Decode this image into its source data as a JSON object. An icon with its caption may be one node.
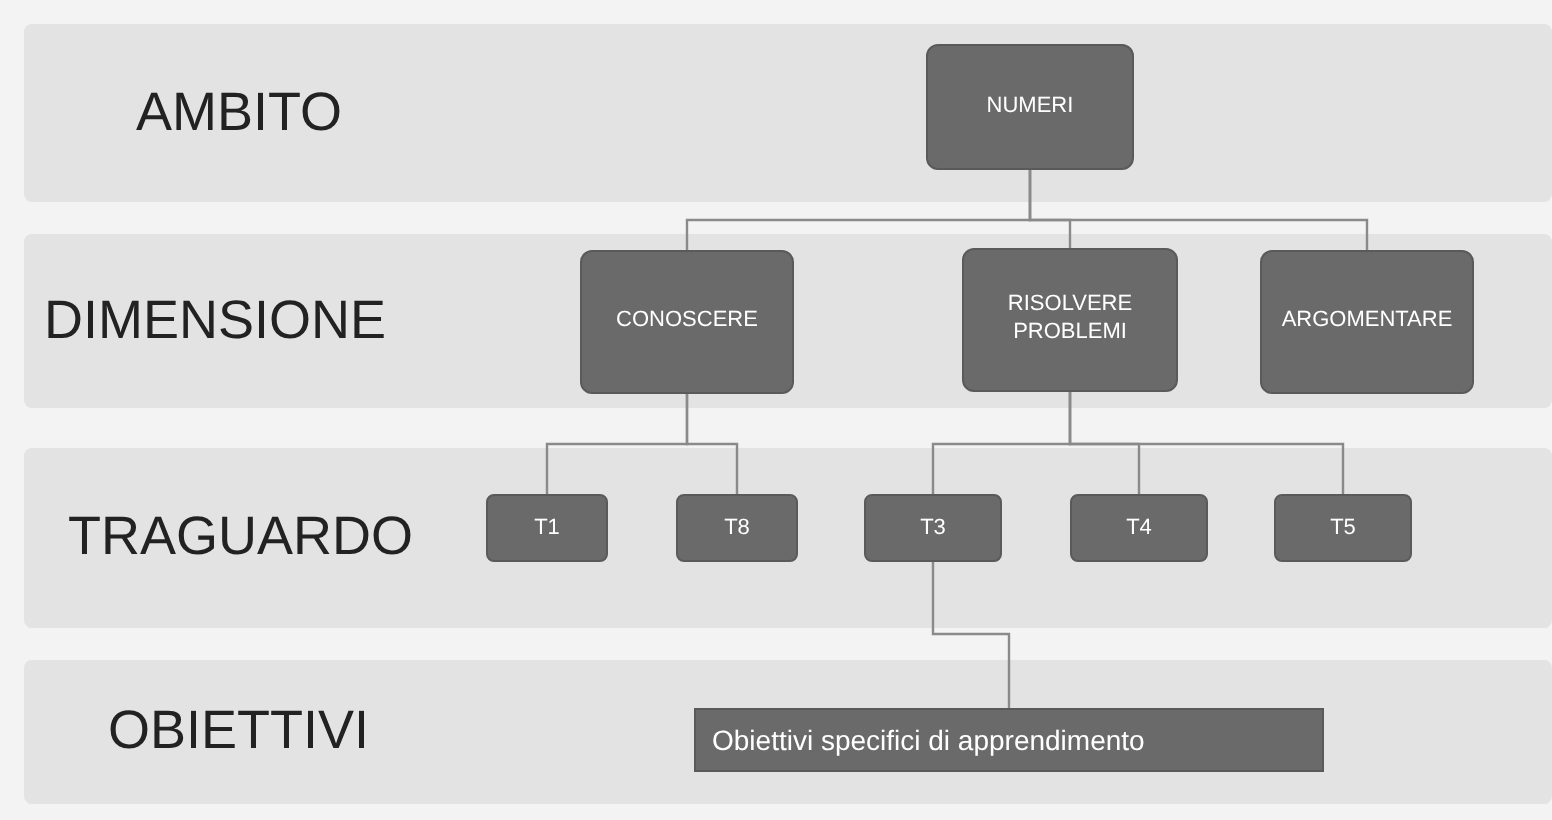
{
  "diagram": {
    "nodes": [
      {
        "text": [
          "AMBITO"
        ]
      },
      {
        "text": [
          "NUMERI"
        ],
        "in": 0
      },
      {
        "text": [
          "DIMENSIONE"
        ]
      },
      {
        "text": [
          "CONOSCERE"
        ],
        "in": 2
      },
      {
        "text": [
          "RISOLVERE PROBLEMI"
        ],
        "in": 2
      },
      {
        "text": [
          "ARGOMENTARE"
        ],
        "in": 2
      },
      {
        "text": [
          "TRAGUARDO"
        ]
      },
      {
        "text": [
          "T1"
        ],
        "in": 6
      },
      {
        "text": [
          "T8"
        ],
        "in": 6
      },
      {
        "text": [
          "T3"
        ],
        "in": 6
      },
      {
        "text": [
          "T4"
        ],
        "in": 6
      },
      {
        "text": [
          "T5"
        ],
        "in": 6
      },
      {
        "text": [
          "OBIETTIVI"
        ]
      },
      {
        "text": [
          "Obiettivi specifici di apprendimento"
        ],
        "in": 12
      }
    ],
    "edges": [
      {
        "from": 1,
        "to": 3,
        "arrow": "none"
      },
      {
        "from": 1,
        "to": 4,
        "arrow": "none"
      },
      {
        "from": 1,
        "to": 5,
        "arrow": "none"
      },
      {
        "from": 3,
        "to": 7,
        "arrow": "none"
      },
      {
        "from": 3,
        "to": 8,
        "arrow": "none"
      },
      {
        "from": 4,
        "to": 9,
        "arrow": "none"
      },
      {
        "from": 4,
        "to": 10,
        "arrow": "none"
      },
      {
        "from": 4,
        "to": 11,
        "arrow": "none"
      },
      {
        "from": 9,
        "to": 13,
        "arrow": "none"
      }
    ]
  }
}
